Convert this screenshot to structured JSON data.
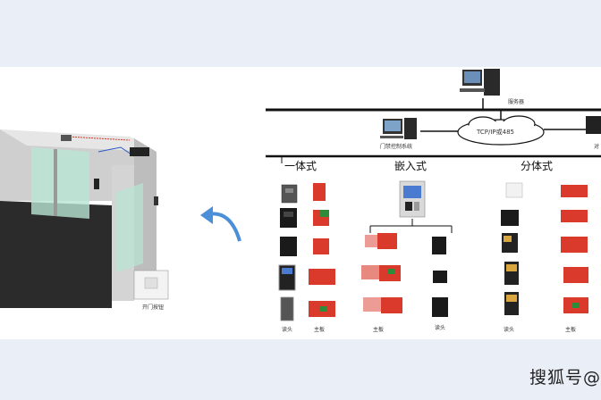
{
  "diagram": {
    "server_label": "服务器",
    "access_system_label": "门禁控制系统",
    "network_label": "TCP/IP或485",
    "sections": {
      "integrated": "一体式",
      "embedded": "嵌入式",
      "split": "分体式"
    },
    "bottom_labels": {
      "integrated_reader": "读头",
      "integrated_board": "主板",
      "embedded_board": "主板",
      "embedded_reader": "读头",
      "split_reader": "读头",
      "split_board": "主板"
    },
    "door_button_label": "开门按钮",
    "right_edge_partial_label": "对"
  },
  "colors": {
    "board_red": "#d93a2b",
    "board_green": "#2e8b3a",
    "arrow_blue": "#4a8fd8",
    "background": "#e9eef7"
  },
  "watermark": "搜狐号@"
}
